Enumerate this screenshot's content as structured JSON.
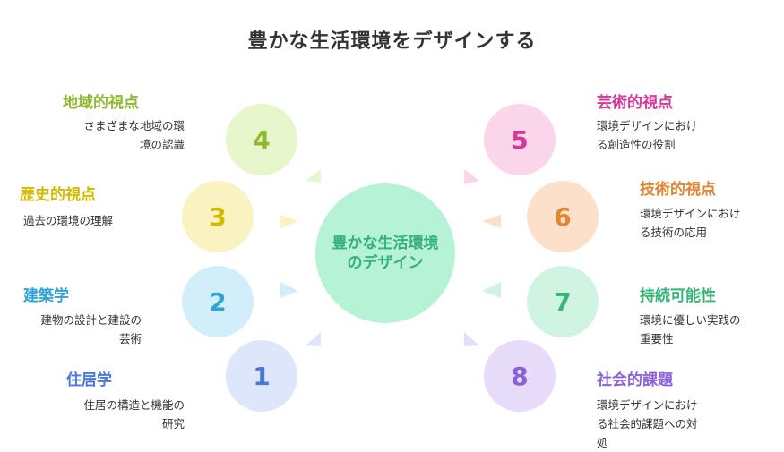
{
  "title": "豊かな生活環境をデザインする",
  "center": {
    "line1": "豊かな生活環境",
    "line2": "のデザイン"
  },
  "nodes": [
    {
      "number": "1",
      "heading": "住居学",
      "desc": [
        "住居の構造と機能の",
        "研究"
      ],
      "color": "#4a79d8",
      "fill": "#dde6fb"
    },
    {
      "number": "2",
      "heading": "建築学",
      "desc": [
        "建物の設計と建設の",
        "芸術"
      ],
      "color": "#2fa3d4",
      "fill": "#d3eefb"
    },
    {
      "number": "3",
      "heading": "歴史的視点",
      "desc": [
        "過去の環境の理解"
      ],
      "color": "#d6b800",
      "fill": "#fbf2c2"
    },
    {
      "number": "4",
      "heading": "地域的視点",
      "desc": [
        "さまざまな地域の環",
        "境の認識"
      ],
      "color": "#8db92e",
      "fill": "#e7f6cb"
    },
    {
      "number": "5",
      "heading": "芸術的視点",
      "desc": [
        "環境デザインにおけ",
        "る創造性の役割"
      ],
      "color": "#d9359a",
      "fill": "#fbd6ea"
    },
    {
      "number": "6",
      "heading": "技術的視点",
      "desc": [
        "環境デザインにおけ",
        "る技術の応用"
      ],
      "color": "#e08733",
      "fill": "#fde0c9"
    },
    {
      "number": "7",
      "heading": "持続可能性",
      "desc": [
        "環境に優しい実践の",
        "重要性"
      ],
      "color": "#37b578",
      "fill": "#cff4e1"
    },
    {
      "number": "8",
      "heading": "社会的課題",
      "desc": [
        "環境デザインにおけ",
        "る社会的課題への対",
        "処"
      ],
      "color": "#8a62d6",
      "fill": "#e6dcfa"
    }
  ]
}
